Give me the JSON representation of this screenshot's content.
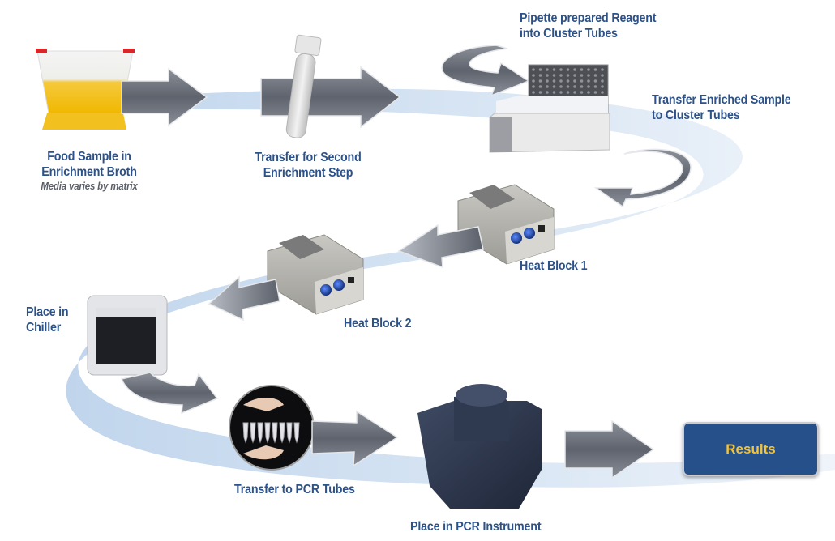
{
  "diagram": {
    "type": "process-flow",
    "colors": {
      "label_text": "#2c5289",
      "subtitle_text": "#5b5f68",
      "ribbon": "#c9dcef",
      "arrow": "#6b7280",
      "results_bg": "#26508a",
      "results_text": "#f2c33b"
    },
    "steps": [
      {
        "id": "food-sample",
        "line1": "Food Sample in",
        "line2": "Enrichment Broth",
        "note": "Media varies by matrix",
        "icon": "sample-bag-icon"
      },
      {
        "id": "second-enrichment",
        "line1": "Transfer for Second",
        "line2": "Enrichment Step",
        "icon": "test-tube-icon"
      },
      {
        "id": "pipette-reagent",
        "line1": "Pipette prepared Reagent",
        "line2": "into Cluster Tubes",
        "icon": "cluster-tube-rack-icon"
      },
      {
        "id": "transfer-enriched",
        "line1": "Transfer Enriched Sample",
        "line2": "to Cluster Tubes"
      },
      {
        "id": "heat-block-1",
        "line1": "Heat Block 1",
        "icon": "heat-block-icon"
      },
      {
        "id": "heat-block-2",
        "line1": "Heat Block 2",
        "icon": "heat-block-icon"
      },
      {
        "id": "chiller",
        "line1": "Place in",
        "line2": "Chiller",
        "icon": "chiller-icon"
      },
      {
        "id": "pcr-tubes",
        "line1": "Transfer to PCR Tubes",
        "icon": "pcr-tube-strip-icon"
      },
      {
        "id": "pcr-instrument",
        "line1": "Place in PCR Instrument",
        "icon": "pcr-instrument-icon"
      }
    ],
    "results": {
      "label": "Results"
    }
  }
}
